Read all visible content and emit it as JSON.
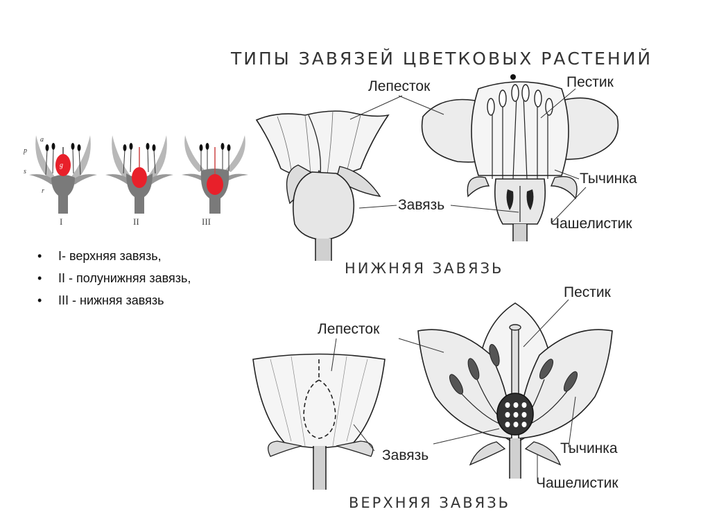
{
  "title": "ТИПЫ ЗАВЯЗЕЙ ЦВЕТКОВЫХ РАСТЕНИЙ",
  "small_diagram": {
    "part_letters": [
      "a",
      "p",
      "g",
      "s",
      "r"
    ],
    "types": [
      "I",
      "II",
      "III"
    ],
    "colors": {
      "ovary": "#e8202a",
      "receptacle": "#7a7a7a",
      "perianth": "#b8b8b8"
    }
  },
  "legend": [
    "I- верхняя завязь,",
    "II - полунижняя завязь,",
    "III - нижняя завязь"
  ],
  "lower_ovary": {
    "caption": "НИЖНЯЯ ЗАВЯЗЬ",
    "labels": {
      "petal": "Лепесток",
      "pistil": "Пестик",
      "stamen": "Тычинка",
      "ovary": "Завязь",
      "sepal": "Чашелистик"
    }
  },
  "upper_ovary": {
    "caption": "ВЕРХНЯЯ ЗАВЯЗЬ",
    "labels": {
      "petal": "Лепесток",
      "pistil": "Пестик",
      "stamen": "Тычинка",
      "ovary": "Завязь",
      "sepal": "Чашелистик"
    }
  }
}
